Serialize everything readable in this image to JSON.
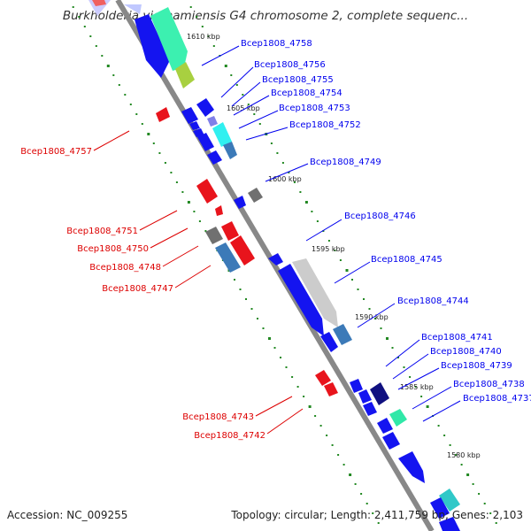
{
  "title": "Burkholderia vietnamiensis G4 chromosome 2, complete sequenc...",
  "footer": {
    "accession": "Accession: NC_009255",
    "summary": "Topology: circular; Length: 2,411,759 bp; Genes: 2,103"
  },
  "colors": {
    "forward_label": "#0000ee",
    "reverse_label": "#dd0000",
    "backbone": "#888888",
    "ruler_dots": "#228822"
  },
  "ticks": [
    "1610 kbp",
    "1605 kbp",
    "1600 kbp",
    "1595 kbp",
    "1590 kbp",
    "1585 kbp",
    "1580 kbp"
  ],
  "forward_labels": [
    "Bcep1808_4758",
    "Bcep1808_4756",
    "Bcep1808_4755",
    "Bcep1808_4754",
    "Bcep1808_4753",
    "Bcep1808_4752",
    "Bcep1808_4749",
    "Bcep1808_4746",
    "Bcep1808_4745",
    "Bcep1808_4744",
    "Bcep1808_4741",
    "Bcep1808_4740",
    "Bcep1808_4739",
    "Bcep1808_4738",
    "Bcep1808_4737"
  ],
  "reverse_labels": [
    "Bcep1808_4757",
    "Bcep1808_4751",
    "Bcep1808_4750",
    "Bcep1808_4748",
    "Bcep1808_4747",
    "Bcep1808_4743",
    "Bcep1808_4742"
  ]
}
